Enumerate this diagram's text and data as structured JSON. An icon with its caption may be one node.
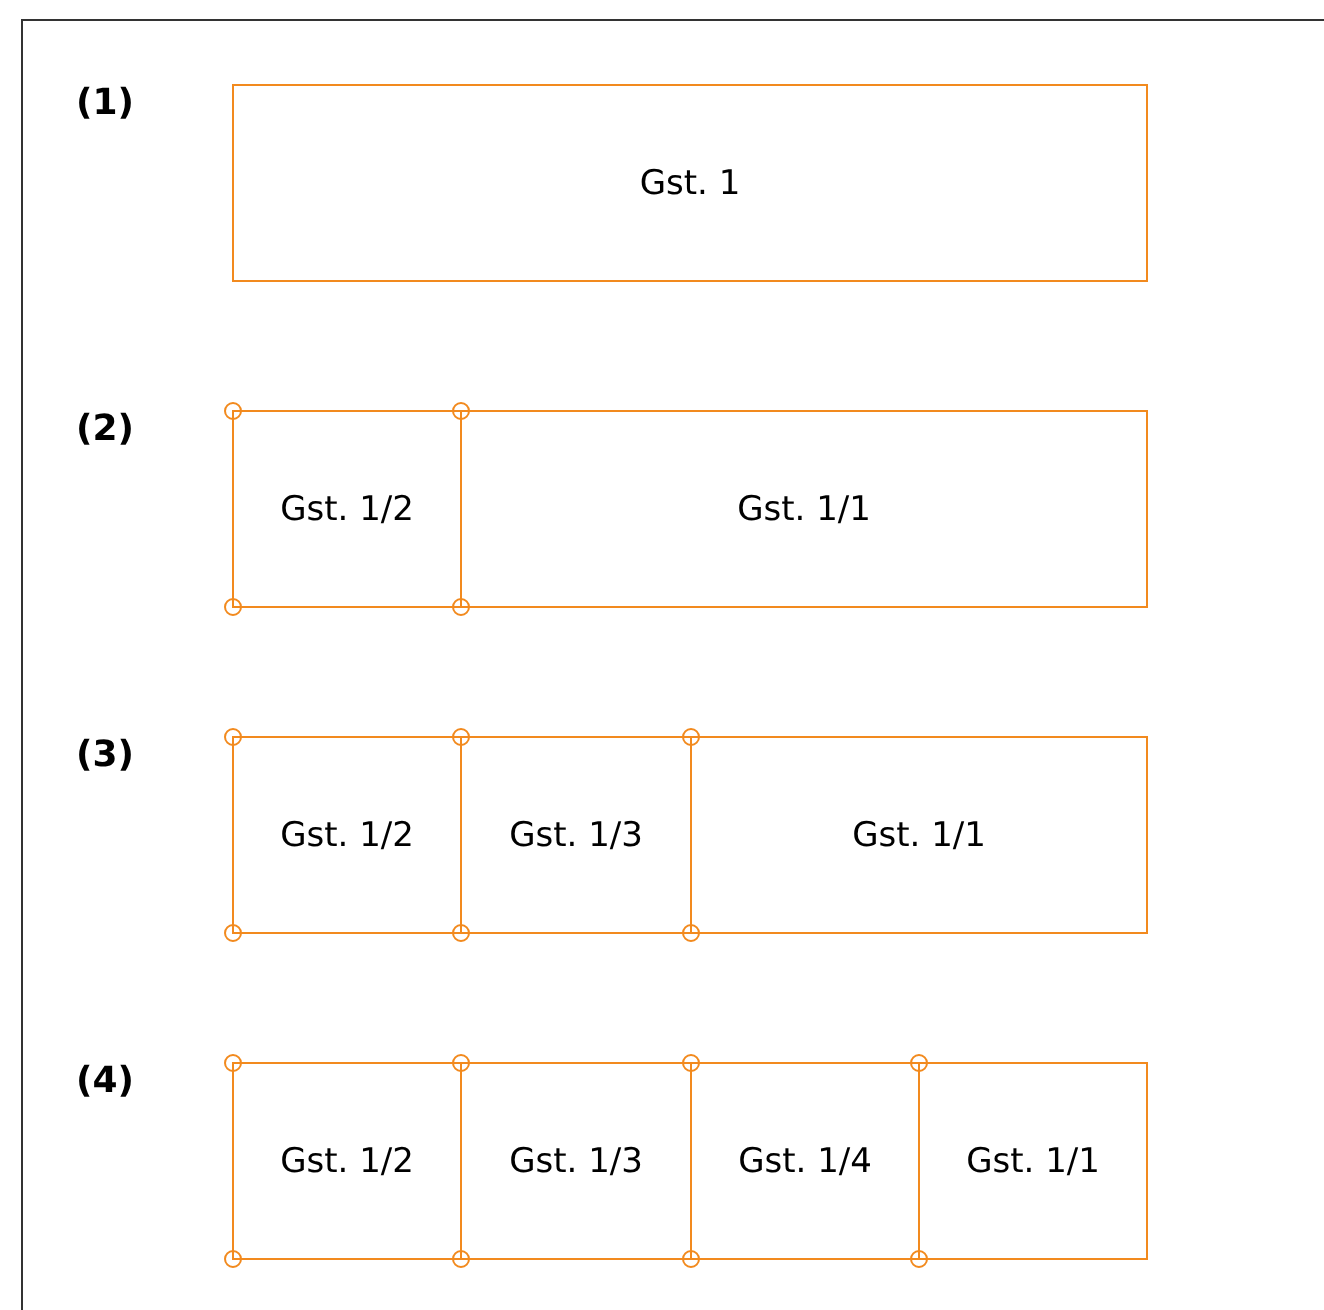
{
  "diagram": {
    "nodes": [
      {
        "text": [
          "Gst. 1"
        ]
      },
      {
        "text": [
          "Gst. 1/2"
        ]
      },
      {
        "text": [
          "Gst. 1/1"
        ]
      },
      {
        "text": [
          "Gst. 1/2"
        ]
      },
      {
        "text": [
          "Gst. 1/3"
        ]
      },
      {
        "text": [
          "Gst. 1/1"
        ]
      },
      {
        "text": [
          "Gst. 1/2"
        ]
      },
      {
        "text": [
          "Gst. 1/3"
        ]
      },
      {
        "text": [
          "Gst. 1/4"
        ]
      },
      {
        "text": [
          "Gst. 1/1"
        ]
      }
    ],
    "labels": [
      "(1)",
      "(2)",
      "(3)",
      "(4)"
    ]
  }
}
